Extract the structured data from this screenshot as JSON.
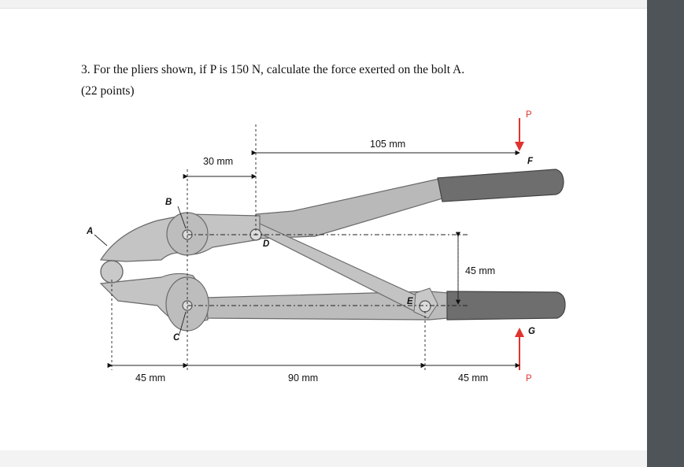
{
  "problem": {
    "question": "3. For the pliers shown, if P is 150 N, calculate the force exerted on the bolt A.",
    "points": "(22 points)"
  },
  "figure": {
    "dims": {
      "d105": "105 mm",
      "d30": "30 mm",
      "d45v": "45 mm",
      "d45a": "45 mm",
      "d90": "90 mm",
      "d45b": "45 mm"
    },
    "points": {
      "A": "A",
      "B": "B",
      "C": "C",
      "D": "D",
      "E": "E",
      "F": "F",
      "G": "G"
    },
    "force_top": "P",
    "force_bottom": "P",
    "force_color": "#e0332f"
  }
}
